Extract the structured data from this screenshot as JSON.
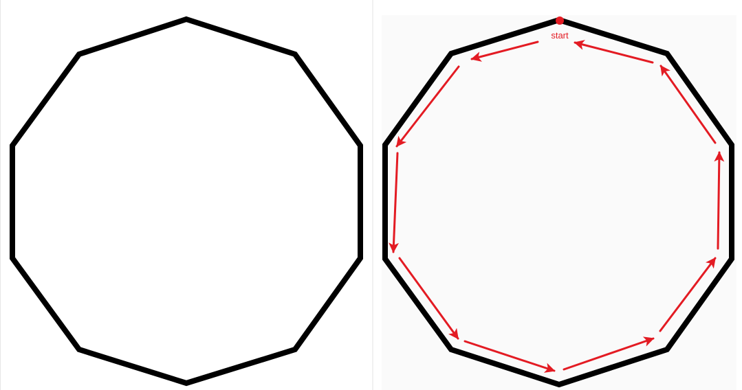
{
  "diagram": {
    "left_panel": {
      "shape": "decagon",
      "outline_color": "#000000"
    },
    "right_panel": {
      "shape": "decagon",
      "outline_color": "#000000",
      "path_color": "#e31b23",
      "start_label": "start",
      "direction": "counterclockwise",
      "arrow_count": 10
    }
  }
}
